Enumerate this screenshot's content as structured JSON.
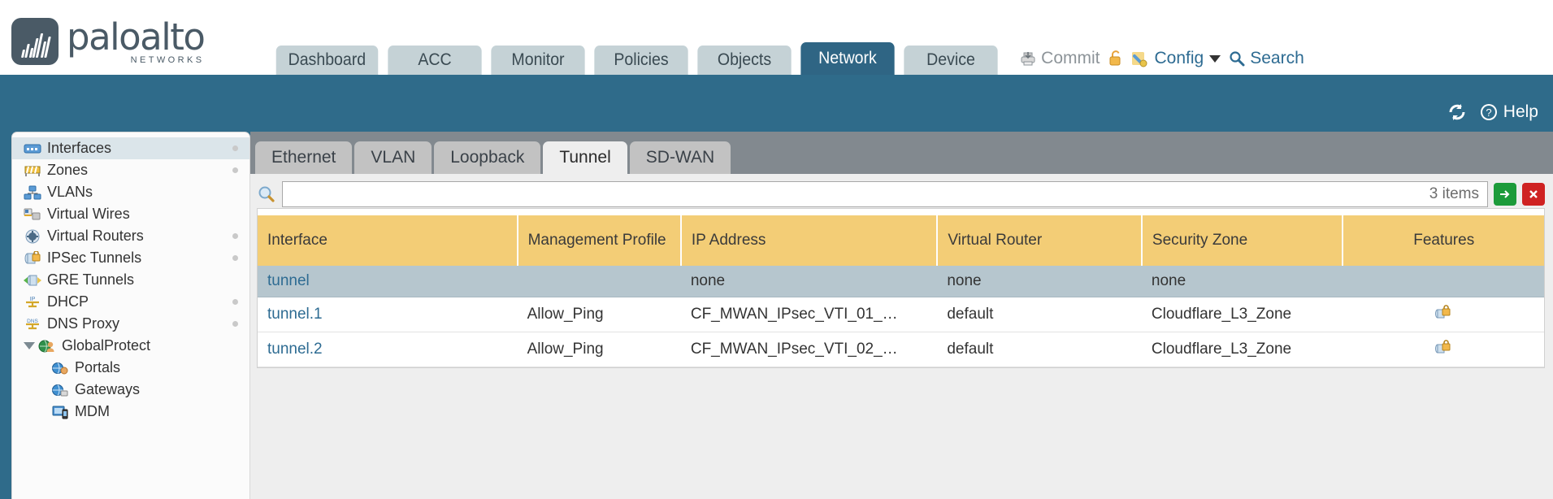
{
  "brand": {
    "name": "paloalto",
    "tagline": "NETWORKS",
    "registered": "®"
  },
  "nav": {
    "tabs": [
      {
        "label": "Dashboard",
        "active": false
      },
      {
        "label": "ACC",
        "active": false
      },
      {
        "label": "Monitor",
        "active": false
      },
      {
        "label": "Policies",
        "active": false
      },
      {
        "label": "Objects",
        "active": false
      },
      {
        "label": "Network",
        "active": true
      },
      {
        "label": "Device",
        "active": false
      }
    ]
  },
  "header_actions": {
    "commit": "Commit",
    "config": "Config",
    "search": "Search",
    "commit_icon": "commit-printer-icon",
    "lock_icon": "unlock-icon",
    "config_icon": "config-wrench-icon",
    "search_icon": "search-magnifier-icon",
    "caret_icon": "chevron-down-icon"
  },
  "bluebar": {
    "help": "Help",
    "refresh_icon": "refresh-icon",
    "help_icon": "help-question-icon"
  },
  "sidebar": {
    "items": [
      {
        "label": "Interfaces",
        "icon": "interfaces-icon",
        "selected": true,
        "dot": true,
        "child": false,
        "twisty": false
      },
      {
        "label": "Zones",
        "icon": "zones-icon",
        "selected": false,
        "dot": true,
        "child": false,
        "twisty": false
      },
      {
        "label": "VLANs",
        "icon": "vlans-icon",
        "selected": false,
        "dot": false,
        "child": false,
        "twisty": false
      },
      {
        "label": "Virtual Wires",
        "icon": "virtual-wires-icon",
        "selected": false,
        "dot": false,
        "child": false,
        "twisty": false
      },
      {
        "label": "Virtual Routers",
        "icon": "virtual-routers-icon",
        "selected": false,
        "dot": true,
        "child": false,
        "twisty": false
      },
      {
        "label": "IPSec Tunnels",
        "icon": "ipsec-tunnels-icon",
        "selected": false,
        "dot": true,
        "child": false,
        "twisty": false
      },
      {
        "label": "GRE Tunnels",
        "icon": "gre-tunnels-icon",
        "selected": false,
        "dot": false,
        "child": false,
        "twisty": false
      },
      {
        "label": "DHCP",
        "icon": "dhcp-icon",
        "selected": false,
        "dot": true,
        "child": false,
        "twisty": false
      },
      {
        "label": "DNS Proxy",
        "icon": "dns-proxy-icon",
        "selected": false,
        "dot": true,
        "child": false,
        "twisty": false
      },
      {
        "label": "GlobalProtect",
        "icon": "globalprotect-icon",
        "selected": false,
        "dot": false,
        "child": false,
        "twisty": true
      },
      {
        "label": "Portals",
        "icon": "portals-icon",
        "selected": false,
        "dot": false,
        "child": true,
        "twisty": false
      },
      {
        "label": "Gateways",
        "icon": "gateways-icon",
        "selected": false,
        "dot": false,
        "child": true,
        "twisty": false
      },
      {
        "label": "MDM",
        "icon": "mdm-icon",
        "selected": false,
        "dot": false,
        "child": true,
        "twisty": false
      }
    ]
  },
  "content": {
    "subtabs": [
      {
        "label": "Ethernet",
        "active": false
      },
      {
        "label": "VLAN",
        "active": false
      },
      {
        "label": "Loopback",
        "active": false
      },
      {
        "label": "Tunnel",
        "active": true
      },
      {
        "label": "SD-WAN",
        "active": false
      }
    ],
    "search": {
      "value": "",
      "placeholder": "",
      "item_count": "3 items",
      "go_icon": "arrow-right-icon",
      "clear_icon": "close-x-icon",
      "search_icon": "search-magnifier-icon"
    },
    "table": {
      "columns": [
        "Interface",
        "Management Profile",
        "IP Address",
        "Virtual Router",
        "Security Zone",
        "Features"
      ],
      "rows": [
        {
          "group": true,
          "interface": "tunnel",
          "management_profile": "",
          "ip_address": "none",
          "virtual_router": "none",
          "security_zone": "none",
          "features": ""
        },
        {
          "group": false,
          "interface": "tunnel.1",
          "management_profile": "Allow_Ping",
          "ip_address": "CF_MWAN_IPsec_VTI_01_…",
          "virtual_router": "default",
          "security_zone": "Cloudflare_L3_Zone",
          "features": "lock-icon"
        },
        {
          "group": false,
          "interface": "tunnel.2",
          "management_profile": "Allow_Ping",
          "ip_address": "CF_MWAN_IPsec_VTI_02_…",
          "virtual_router": "default",
          "security_zone": "Cloudflare_L3_Zone",
          "features": "lock-icon"
        }
      ]
    }
  },
  "colors": {
    "brand_blue": "#2f6b8a",
    "tab_active": "#2f6584",
    "table_header": "#f3cd76",
    "group_row": "#b6c6ce",
    "link": "#2d6b92"
  }
}
